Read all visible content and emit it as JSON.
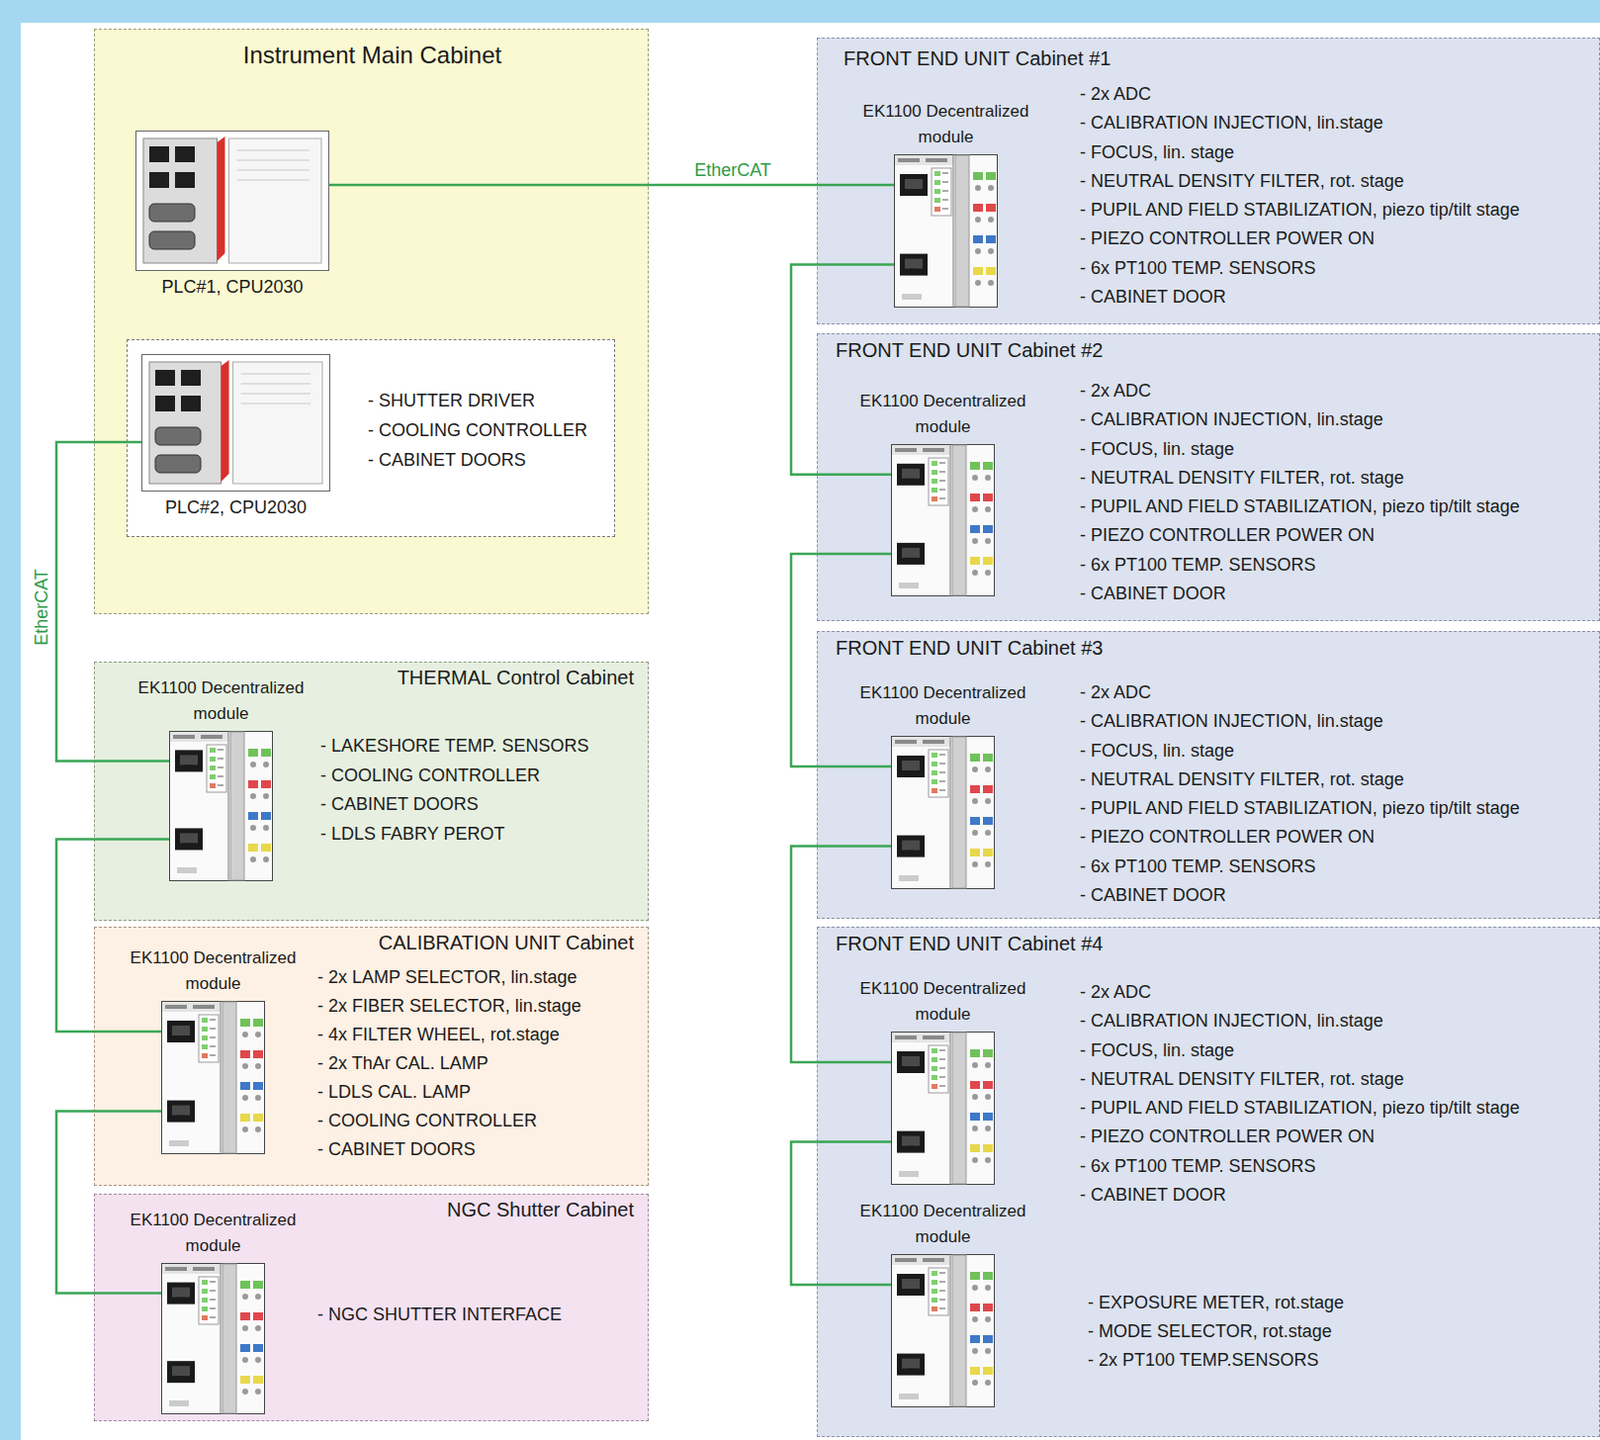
{
  "diagram": {
    "nodes": [
      {
        "text": [
          "Instrument Main Cabinet"
        ]
      },
      {
        "text": [
          "PLC#1, CPU2030"
        ],
        "in": 0
      },
      {
        "text": [
          "- SHUTTER DRIVER",
          "- COOLING CONTROLLER",
          "- CABINET DOORS"
        ],
        "in": 0
      },
      {
        "text": [
          "PLC#2, CPU2030"
        ],
        "in": 2
      },
      {
        "text": [
          "THERMAL Control Cabinet",
          "- LAKESHORE TEMP. SENSORS",
          "- COOLING CONTROLLER",
          "- CABINET DOORS",
          "- LDLS FABRY PEROT"
        ]
      },
      {
        "text": [
          "EK1100 Decentralized module"
        ],
        "in": 4
      },
      {
        "text": [
          "CALIBRATION UNIT Cabinet",
          "- 2x LAMP SELECTOR, lin.stage",
          "- 2x FIBER SELECTOR, lin.stage",
          "- 4x FILTER WHEEL, rot.stage",
          "- 2x ThAr CAL. LAMP",
          "- LDLS CAL. LAMP",
          "- COOLING CONTROLLER",
          "- CABINET DOORS"
        ]
      },
      {
        "text": [
          "EK1100 Decentralized module"
        ],
        "in": 6
      },
      {
        "text": [
          "NGC Shutter Cabinet",
          "- NGC SHUTTER INTERFACE"
        ]
      },
      {
        "text": [
          "EK1100 Decentralized module"
        ],
        "in": 8
      },
      {
        "text": [
          "FRONT END UNIT Cabinet #1",
          "- 2x ADC",
          "- CALIBRATION INJECTION, lin.stage",
          "- FOCUS, lin. stage",
          "- NEUTRAL DENSITY FILTER, rot. stage",
          "- PUPIL AND FIELD STABILIZATION, piezo tip/tilt stage",
          "- PIEZO CONTROLLER POWER ON",
          "- 6x PT100 TEMP. SENSORS",
          "- CABINET DOOR"
        ]
      },
      {
        "text": [
          "EK1100 Decentralized module"
        ],
        "in": 10
      },
      {
        "text": [
          "FRONT END UNIT Cabinet #2",
          "- 2x ADC",
          "- CALIBRATION INJECTION, lin.stage",
          "- FOCUS, lin. stage",
          "- NEUTRAL DENSITY FILTER, rot. stage",
          "- PUPIL AND FIELD STABILIZATION, piezo tip/tilt stage",
          "- PIEZO CONTROLLER POWER ON",
          "- 6x PT100 TEMP. SENSORS",
          "- CABINET DOOR"
        ]
      },
      {
        "text": [
          "EK1100 Decentralized module"
        ],
        "in": 12
      },
      {
        "text": [
          "FRONT END UNIT Cabinet #3",
          "- 2x ADC",
          "- CALIBRATION INJECTION, lin.stage",
          "- FOCUS, lin. stage",
          "- NEUTRAL DENSITY FILTER, rot. stage",
          "- PUPIL AND FIELD STABILIZATION, piezo tip/tilt stage",
          "- PIEZO CONTROLLER POWER ON",
          "- 6x PT100 TEMP. SENSORS",
          "- CABINET DOOR"
        ]
      },
      {
        "text": [
          "EK1100 Decentralized module"
        ],
        "in": 14
      },
      {
        "text": [
          "FRONT END UNIT Cabinet #4",
          "- 2x ADC",
          "- CALIBRATION INJECTION, lin.stage",
          "- FOCUS, lin. stage",
          "- NEUTRAL DENSITY FILTER, rot. stage",
          "- PUPIL AND FIELD STABILIZATION, piezo tip/tilt stage",
          "- PIEZO CONTROLLER POWER ON",
          "- 6x PT100 TEMP. SENSORS",
          "- CABINET DOOR",
          "- EXPOSURE METER, rot.stage",
          "- MODE SELECTOR, rot.stage",
          "- 2x PT100 TEMP.SENSORS"
        ]
      },
      {
        "text": [
          "EK1100 Decentralized module"
        ],
        "in": 16
      },
      {
        "text": [
          "EK1100 Decentralized module"
        ],
        "in": 16
      }
    ],
    "edges": [
      {
        "from": 1,
        "to": 11,
        "arrow": "none",
        "label": "EtherCAT"
      },
      {
        "from": 3,
        "to": 5,
        "arrow": "none",
        "label": "EtherCAT"
      },
      {
        "from": 5,
        "to": 7,
        "arrow": "none"
      },
      {
        "from": 7,
        "to": 9,
        "arrow": "none"
      },
      {
        "from": 11,
        "to": 13,
        "arrow": "none"
      },
      {
        "from": 13,
        "to": 15,
        "arrow": "none"
      },
      {
        "from": 15,
        "to": 17,
        "arrow": "none"
      },
      {
        "from": 17,
        "to": 18,
        "arrow": "none"
      }
    ]
  }
}
